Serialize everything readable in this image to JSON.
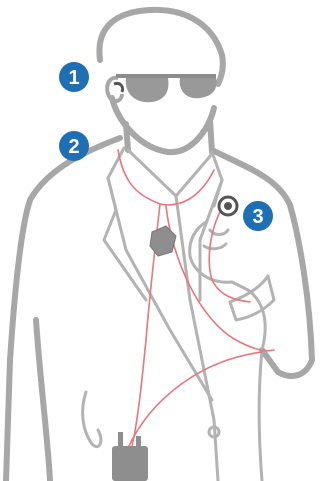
{
  "figure": {
    "colors": {
      "outline": "#a7a7a7",
      "wire": "#e5787d",
      "glasses": "#999999",
      "device": "#8e8e8e",
      "badge": "#1f6fb4",
      "badge_text": "#ffffff"
    },
    "markers": [
      {
        "label": "1",
        "icon": "earpiece-icon"
      },
      {
        "label": "2",
        "icon": "neck-loop-icon"
      },
      {
        "label": "3",
        "icon": "lapel-microphone-icon"
      }
    ]
  }
}
